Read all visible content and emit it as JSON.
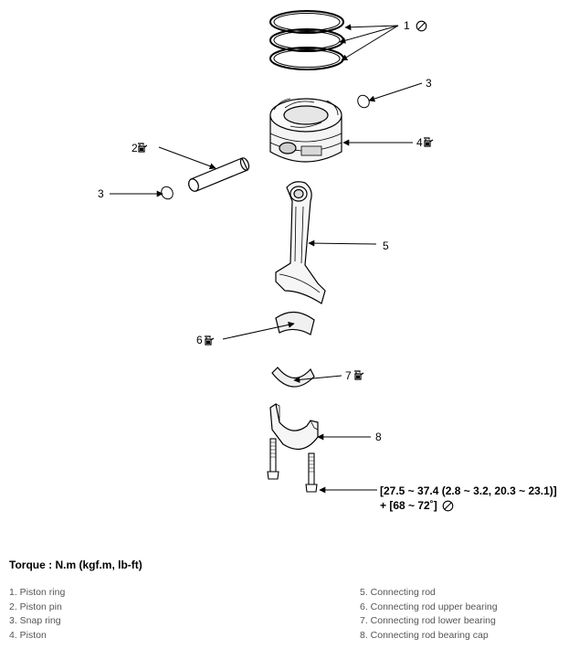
{
  "callouts": {
    "c1": "1",
    "c2": "2",
    "c3a": "3",
    "c3b": "3",
    "c4": "4",
    "c5": "5",
    "c6": "6",
    "c7": "7",
    "c8": "8"
  },
  "torque_spec": {
    "line1": "[27.5 ~ 37.4 (2.8 ~ 3.2, 20.3 ~ 23.1)]",
    "line2": "+ [68 ~ 72˚]"
  },
  "torque_title": "Torque : N.m (kgf.m, lb-ft)",
  "legend_left": [
    "1. Piston ring",
    "2. Piston pin",
    "3. Snap ring",
    "4. Piston"
  ],
  "legend_right": [
    "5. Connecting rod",
    "6. Connecting rod upper bearing",
    "7. Connecting rod lower bearing",
    "8. Connecting rod bearing cap"
  ],
  "icons": {
    "oil": "oil-can-icon",
    "no_reuse": "do-not-reuse-icon"
  }
}
